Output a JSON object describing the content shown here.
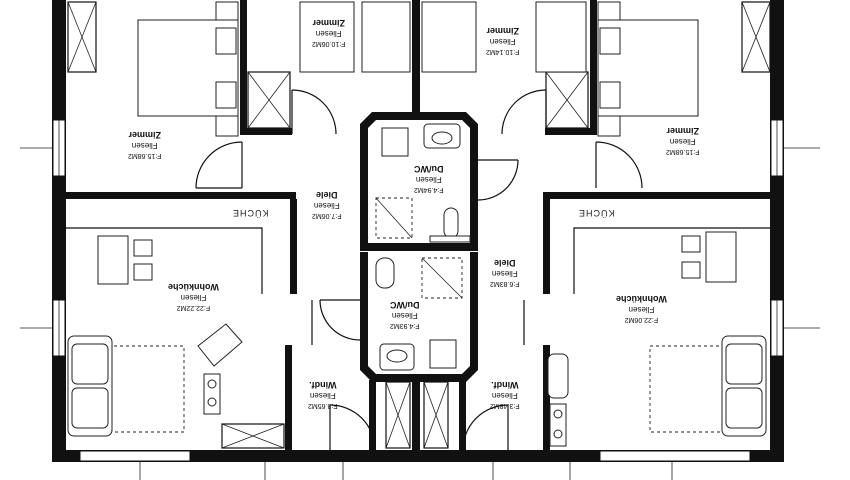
{
  "rooms": [
    {
      "id": "zimmer-top-left-small",
      "title": "Zimmer",
      "floor": "Fliesen",
      "area": "F:10.06M2"
    },
    {
      "id": "zimmer-top-right-small",
      "title": "Zimmer",
      "floor": "Fliesen",
      "area": "F:10.14M2"
    },
    {
      "id": "zimmer-left",
      "title": "Zimmer",
      "floor": "Fliesen",
      "area": "F:15.68M2"
    },
    {
      "id": "zimmer-right",
      "title": "Zimmer",
      "floor": "Fliesen",
      "area": "F:15.68M2"
    },
    {
      "id": "duwc-upper",
      "title": "Du/WC",
      "floor": "Fliesen",
      "area": "F:4.94M2"
    },
    {
      "id": "diele-left",
      "title": "Diele",
      "floor": "Fliesen",
      "area": "F:7.06M2"
    },
    {
      "id": "diele-right",
      "title": "Diele",
      "floor": "Fliesen",
      "area": "F:6.83M2"
    },
    {
      "id": "wohnkueche-left",
      "title": "Wohnküche",
      "floor": "Fliesen",
      "area": "F:22.22M2"
    },
    {
      "id": "wohnkueche-right",
      "title": "Wohnküche",
      "floor": "Fliesen",
      "area": "F:22.06M2"
    },
    {
      "id": "duwc-lower",
      "title": "Du/WC",
      "floor": "Fliesen",
      "area": "F:4.93M2"
    },
    {
      "id": "windf-left",
      "title": "Windf.",
      "floor": "Fliesen",
      "area": "F:3.65M2"
    },
    {
      "id": "windf-right",
      "title": "Windf.",
      "floor": "Fliesen",
      "area": "F:3.48M2"
    }
  ],
  "kitchens": [
    {
      "id": "kueche-left",
      "label": "KÜCHE"
    },
    {
      "id": "kueche-right",
      "label": "KÜCHE"
    }
  ]
}
